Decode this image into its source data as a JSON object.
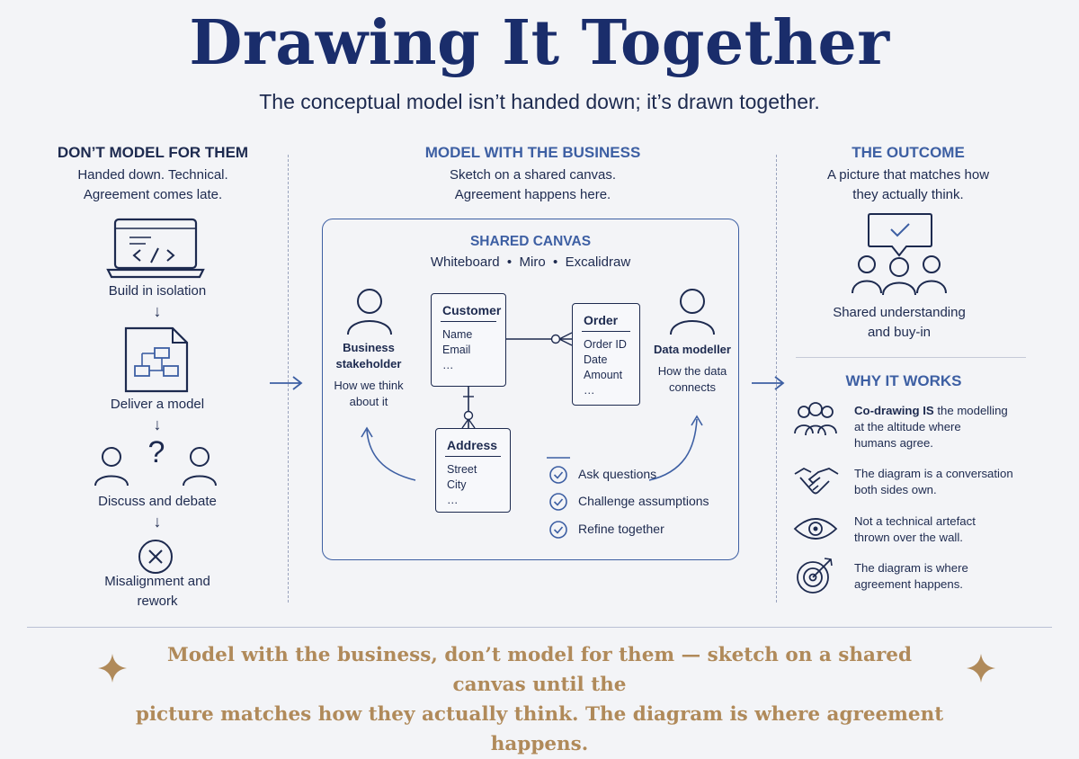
{
  "title": "Drawing It Together",
  "subtitle": "The conceptual model isn’t handed down; it’s drawn together.",
  "left": {
    "heading": "DON’T MODEL FOR THEM",
    "description_line1": "Handed down. Technical.",
    "description_line2": "Agreement comes late.",
    "steps": [
      {
        "label": "Build in isolation",
        "icon": "laptop-code-icon"
      },
      {
        "label": "Deliver a model",
        "icon": "document-diagram-icon"
      },
      {
        "label": "Discuss and debate",
        "icon": "people-question-icon",
        "question_mark": "?"
      },
      {
        "label_line1": "Misalignment and",
        "label_line2": "rework",
        "icon": "x-circle-icon"
      }
    ]
  },
  "middle": {
    "heading": "MODEL WITH THE BUSINESS",
    "description_line1": "Sketch on a shared canvas.",
    "description_line2": "Agreement happens here.",
    "canvas": {
      "heading": "SHARED CANVAS",
      "tools": [
        "Whiteboard",
        "Miro",
        "Excalidraw"
      ],
      "tool_separator": "•",
      "stakeholder": {
        "name_line1": "Business",
        "name_line2": "stakeholder",
        "desc_line1": "How we think",
        "desc_line2": "about it"
      },
      "modeller": {
        "name": "Data modeller",
        "desc_line1": "How the data",
        "desc_line2": "connects"
      },
      "entities": {
        "customer": {
          "title": "Customer",
          "fields": [
            "Name",
            "Email",
            "…"
          ]
        },
        "order": {
          "title": "Order",
          "fields": [
            "Order ID",
            "Date",
            "Amount",
            "…"
          ]
        },
        "address": {
          "title": "Address",
          "fields": [
            "Street",
            "City",
            "…"
          ]
        }
      },
      "checklist": [
        "Ask questions",
        "Challenge assumptions",
        "Refine together"
      ]
    }
  },
  "outcome": {
    "heading": "THE OUTCOME",
    "description_line1": "A picture that matches how",
    "description_line2": "they actually think.",
    "caption_line1": "Shared understanding",
    "caption_line2": "and buy-in"
  },
  "why": {
    "heading": "WHY IT WORKS",
    "items": [
      {
        "icon": "team-icon",
        "bold": "Co-drawing IS",
        "line1_rest": " the modelling",
        "line2": "at the altitude where",
        "line3": "humans agree."
      },
      {
        "icon": "handshake-icon",
        "line1": "The diagram is a conversation",
        "line2": "both sides own."
      },
      {
        "icon": "eye-icon",
        "line1": "Not a technical artefact",
        "line2": "thrown over the wall."
      },
      {
        "icon": "target-icon",
        "line1": "The diagram is where",
        "line2": "agreement happens."
      }
    ]
  },
  "footer": {
    "line1": "Model with the business, don’t model for them — sketch on a shared canvas until the",
    "line2": "picture matches how they actually think. The diagram is where agreement happens."
  },
  "colors": {
    "navy": "#1a2d6b",
    "accent_blue": "#3d5fa3",
    "gold": "#b08a5a",
    "background": "#f3f4f7"
  }
}
